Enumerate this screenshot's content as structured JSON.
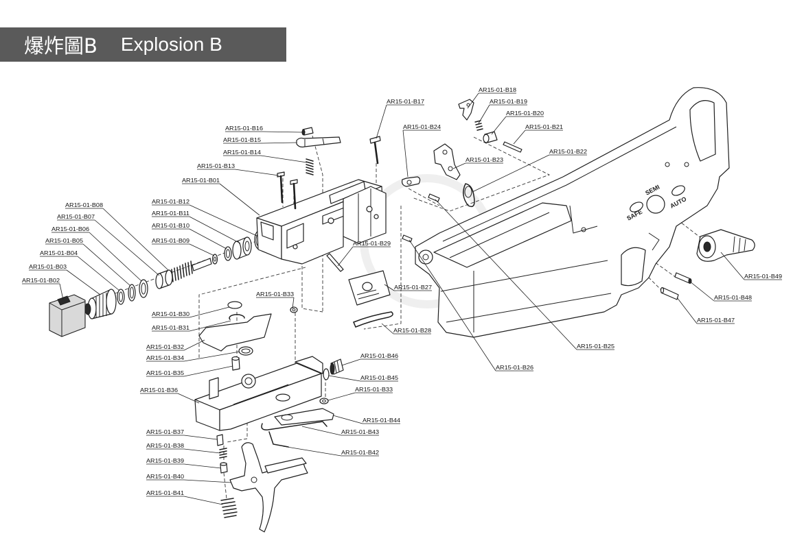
{
  "header": {
    "title_cn": "爆炸圖B",
    "title_en": "Explosion B"
  },
  "receiver": {
    "semi": "SEMI",
    "safe": "SAFE",
    "auto": "AUTO"
  },
  "labels": {
    "b01": "AR15-01-B01",
    "b02": "AR15-01-B02",
    "b03": "AR15-01-B03",
    "b04": "AR15-01-B04",
    "b05": "AR15-01-B05",
    "b06": "AR15-01-B06",
    "b07": "AR15-01-B07",
    "b08": "AR15-01-B08",
    "b09": "AR15-01-B09",
    "b10": "AR15-01-B10",
    "b11": "AR15-01-B11",
    "b12": "AR15-01-B12",
    "b13": "AR15-01-B13",
    "b14": "AR15-01-B14",
    "b15": "AR15-01-B15",
    "b16": "AR15-01-B16",
    "b17": "AR15-01-B17",
    "b18": "AR15-01-B18",
    "b19": "AR15-01-B19",
    "b20": "AR15-01-B20",
    "b21": "AR15-01-B21",
    "b22": "AR15-01-B22",
    "b23": "AR15-01-B23",
    "b24": "AR15-01-B24",
    "b25": "AR15-01-B25",
    "b26": "AR15-01-B26",
    "b27": "AR15-01-B27",
    "b28": "AR15-01-B28",
    "b29": "AR15-01-B29",
    "b30": "AR15-01-B30",
    "b31": "AR15-01-B31",
    "b32": "AR15-01-B32",
    "b33_upper": "AR15-01-B33",
    "b33_lower": "AR15-01-B33",
    "b34": "AR15-01-B34",
    "b35": "AR15-01-B35",
    "b36": "AR15-01-B36",
    "b37": "AR15-01-B37",
    "b38": "AR15-01-B38",
    "b39": "AR15-01-B39",
    "b40": "AR15-01-B40",
    "b41": "AR15-01-B41",
    "b42": "AR15-01-B42",
    "b43": "AR15-01-B43",
    "b44": "AR15-01-B44",
    "b45": "AR15-01-B45",
    "b46": "AR15-01-B46",
    "b47": "AR15-01-B47",
    "b48": "AR15-01-B48",
    "b49": "AR15-01-B49"
  },
  "colors": {
    "header_bg": "#5a5a5a",
    "header_text": "#ffffff",
    "ink": "#1e1e1e",
    "background": "#ffffff"
  }
}
